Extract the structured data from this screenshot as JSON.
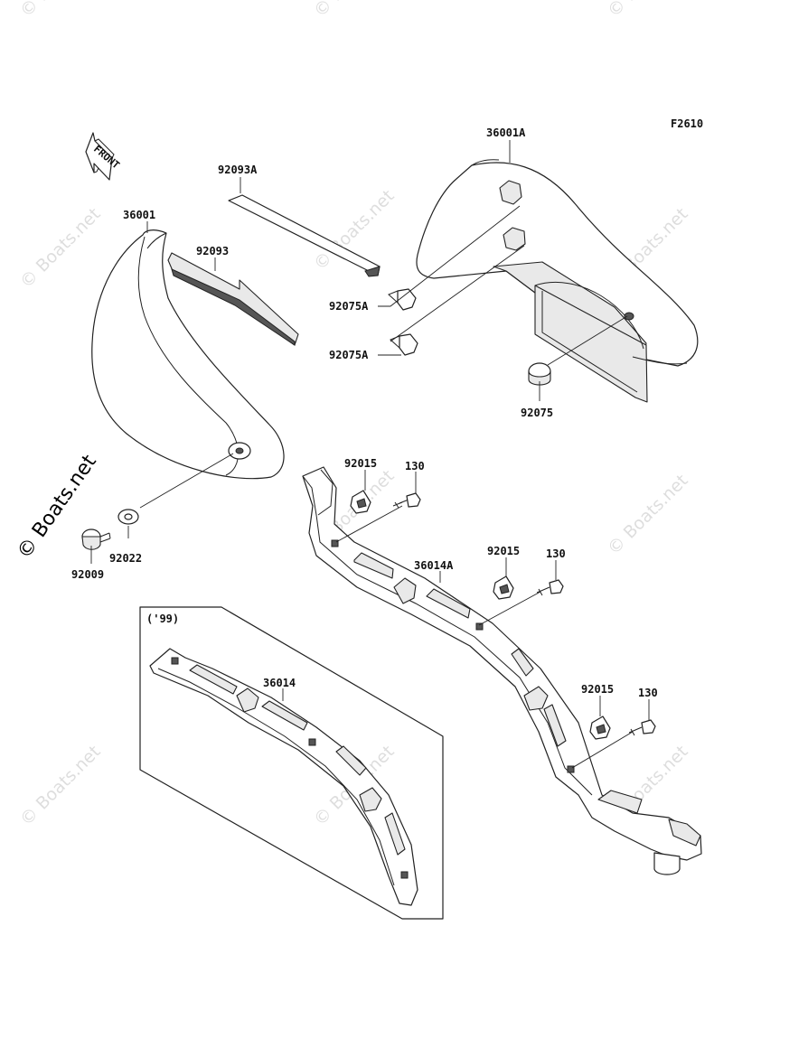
{
  "figure_code": "F2610",
  "front_label": "FRONT",
  "year_note": "('99)",
  "watermark_text": "© Boats.net",
  "parts": {
    "p36001A": "36001A",
    "p92093A": "92093A",
    "p36001": "36001",
    "p92093": "92093",
    "p92075A_1": "92075A",
    "p92075A_2": "92075A",
    "p92075": "92075",
    "p92015_1": "92015",
    "p130_1": "130",
    "p92015_2": "92015",
    "p130_2": "130",
    "p36014A": "36014A",
    "p92022": "92022",
    "p92009": "92009",
    "p36014": "36014",
    "p92015_3": "92015",
    "p130_3": "130"
  }
}
